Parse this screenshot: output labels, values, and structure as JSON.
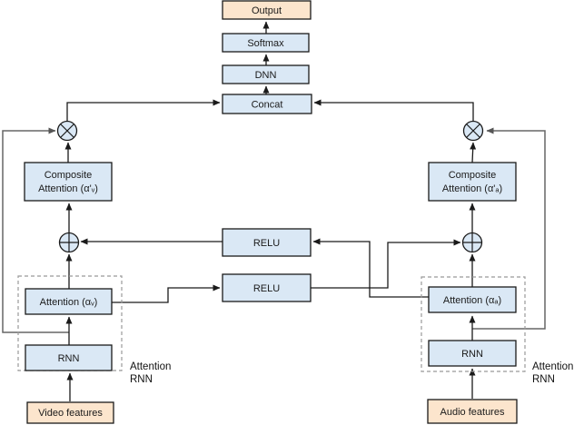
{
  "top_stack": {
    "output": "Output",
    "softmax": "Softmax",
    "dnn": "DNN",
    "concat": "Concat"
  },
  "middle": {
    "relu_top": "RELU",
    "relu_bottom": "RELU"
  },
  "video_branch": {
    "composite_line1": "Composite",
    "composite_line2": "Attention (α'ᵥ)",
    "attention": "Attention (αᵥ)",
    "rnn": "RNN",
    "features": "Video features",
    "group_label_line1": "Attention",
    "group_label_line2": "RNN"
  },
  "audio_branch": {
    "composite_line1": "Composite",
    "composite_line2": "Attention (α'ₐ)",
    "attention": "Attention (αₐ)",
    "rnn": "RNN",
    "features": "Audio features",
    "group_label_line1": "Attention",
    "group_label_line2": "RNN"
  },
  "icons": {
    "multiply_node": "⊗",
    "add_node": "⊕"
  },
  "colors": {
    "box_blue_fill": "#dae8f5",
    "box_orange_fill": "#fce5cd",
    "box_border": "#1a1a1a",
    "main_line": "#1a1a1a",
    "feedback_line": "#666666",
    "dashed_group_border": "#999999"
  }
}
